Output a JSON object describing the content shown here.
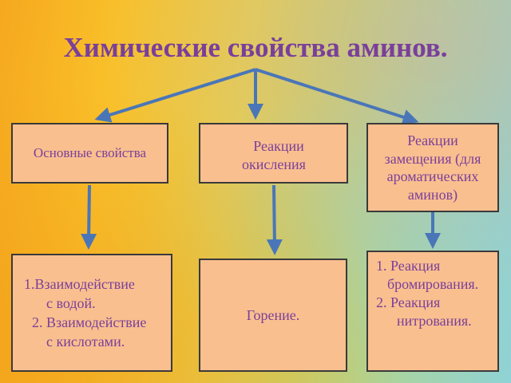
{
  "title": "Химические свойства аминов.",
  "categories": [
    {
      "label": "Основные свойства"
    },
    {
      "lines": [
        "Реакции",
        "окисления"
      ]
    },
    {
      "lines": [
        "Реакции",
        "замещения (для",
        "ароматических",
        "аминов)"
      ]
    }
  ],
  "details": [
    {
      "lines": [
        "1.Взаимодействие",
        "с водой.",
        "2. Взаимодействие",
        "с кислотами."
      ]
    },
    {
      "label": "Горение."
    },
    {
      "lines": [
        "1. Реакция",
        "бромирования.",
        "2. Реакция",
        "нитрования."
      ]
    }
  ],
  "colors": {
    "title": "#7a3f9a",
    "box_fill": "#f9bf8f",
    "box_border": "#3a3a3a",
    "arrow": "#4a76b8",
    "cat1_text": "#7a3f9a",
    "cat2_text": "#7a3f9a",
    "cat3_text": "#7a3f9a",
    "det_text": "#7a3f9a"
  }
}
